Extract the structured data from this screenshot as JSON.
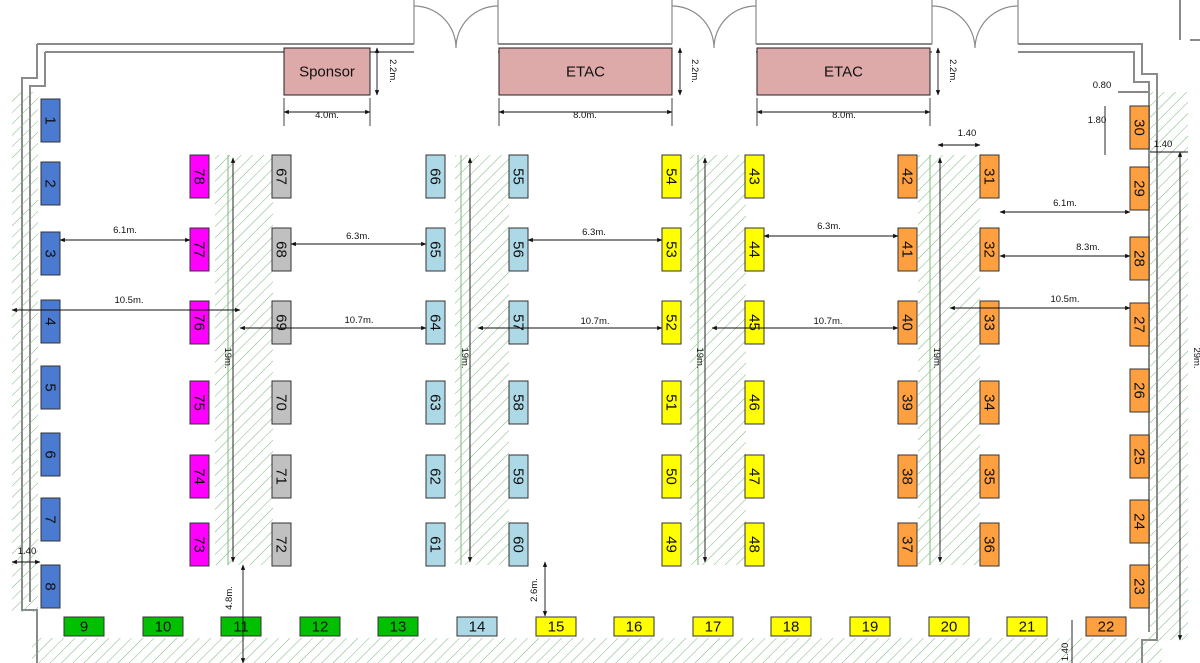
{
  "colors": {
    "blue": "#4a7bd0",
    "magenta": "#ff00ff",
    "gray": "#c0c0c0",
    "lightblue": "#add8e6",
    "yellow": "#ffff00",
    "orange": "#ffa040",
    "green": "#00c000",
    "zone": "#dea9a9",
    "hatch": "#7ab87a",
    "wall": "#8a8a8a"
  },
  "zones": [
    {
      "id": "sponsor",
      "label": "Sponsor"
    },
    {
      "id": "etac-1",
      "label": "ETAC"
    },
    {
      "id": "etac-2",
      "label": "ETAC"
    }
  ],
  "booths": [
    {
      "n": "1",
      "color": "blue"
    },
    {
      "n": "2",
      "color": "blue"
    },
    {
      "n": "3",
      "color": "blue"
    },
    {
      "n": "4",
      "color": "blue"
    },
    {
      "n": "5",
      "color": "blue"
    },
    {
      "n": "6",
      "color": "blue"
    },
    {
      "n": "7",
      "color": "blue"
    },
    {
      "n": "8",
      "color": "blue"
    },
    {
      "n": "9",
      "color": "green"
    },
    {
      "n": "10",
      "color": "green"
    },
    {
      "n": "11",
      "color": "green"
    },
    {
      "n": "12",
      "color": "green"
    },
    {
      "n": "13",
      "color": "green"
    },
    {
      "n": "14",
      "color": "lightblue"
    },
    {
      "n": "15",
      "color": "yellow"
    },
    {
      "n": "16",
      "color": "yellow"
    },
    {
      "n": "17",
      "color": "yellow"
    },
    {
      "n": "18",
      "color": "yellow"
    },
    {
      "n": "19",
      "color": "yellow"
    },
    {
      "n": "20",
      "color": "yellow"
    },
    {
      "n": "21",
      "color": "yellow"
    },
    {
      "n": "22",
      "color": "orange"
    },
    {
      "n": "23",
      "color": "orange"
    },
    {
      "n": "24",
      "color": "orange"
    },
    {
      "n": "25",
      "color": "orange"
    },
    {
      "n": "26",
      "color": "orange"
    },
    {
      "n": "27",
      "color": "orange"
    },
    {
      "n": "28",
      "color": "orange"
    },
    {
      "n": "29",
      "color": "orange"
    },
    {
      "n": "30",
      "color": "orange"
    },
    {
      "n": "31",
      "color": "orange"
    },
    {
      "n": "32",
      "color": "orange"
    },
    {
      "n": "33",
      "color": "orange"
    },
    {
      "n": "34",
      "color": "orange"
    },
    {
      "n": "35",
      "color": "orange"
    },
    {
      "n": "36",
      "color": "orange"
    },
    {
      "n": "37",
      "color": "orange"
    },
    {
      "n": "38",
      "color": "orange"
    },
    {
      "n": "39",
      "color": "orange"
    },
    {
      "n": "40",
      "color": "orange"
    },
    {
      "n": "41",
      "color": "orange"
    },
    {
      "n": "42",
      "color": "orange"
    },
    {
      "n": "43",
      "color": "yellow"
    },
    {
      "n": "44",
      "color": "yellow"
    },
    {
      "n": "45",
      "color": "yellow"
    },
    {
      "n": "46",
      "color": "yellow"
    },
    {
      "n": "47",
      "color": "yellow"
    },
    {
      "n": "48",
      "color": "yellow"
    },
    {
      "n": "49",
      "color": "yellow"
    },
    {
      "n": "50",
      "color": "yellow"
    },
    {
      "n": "51",
      "color": "yellow"
    },
    {
      "n": "52",
      "color": "yellow"
    },
    {
      "n": "53",
      "color": "yellow"
    },
    {
      "n": "54",
      "color": "yellow"
    },
    {
      "n": "55",
      "color": "lightblue"
    },
    {
      "n": "56",
      "color": "lightblue"
    },
    {
      "n": "57",
      "color": "lightblue"
    },
    {
      "n": "58",
      "color": "lightblue"
    },
    {
      "n": "59",
      "color": "lightblue"
    },
    {
      "n": "60",
      "color": "lightblue"
    },
    {
      "n": "61",
      "color": "lightblue"
    },
    {
      "n": "62",
      "color": "lightblue"
    },
    {
      "n": "63",
      "color": "lightblue"
    },
    {
      "n": "64",
      "color": "lightblue"
    },
    {
      "n": "65",
      "color": "lightblue"
    },
    {
      "n": "66",
      "color": "lightblue"
    },
    {
      "n": "67",
      "color": "gray"
    },
    {
      "n": "68",
      "color": "gray"
    },
    {
      "n": "69",
      "color": "gray"
    },
    {
      "n": "70",
      "color": "gray"
    },
    {
      "n": "71",
      "color": "gray"
    },
    {
      "n": "72",
      "color": "gray"
    },
    {
      "n": "73",
      "color": "magenta"
    },
    {
      "n": "74",
      "color": "magenta"
    },
    {
      "n": "75",
      "color": "magenta"
    },
    {
      "n": "76",
      "color": "magenta"
    },
    {
      "n": "77",
      "color": "magenta"
    },
    {
      "n": "78",
      "color": "magenta"
    }
  ],
  "dimensions": [
    {
      "id": "sponsor-height",
      "label": "2.2m."
    },
    {
      "id": "sponsor-width",
      "label": "4.0m."
    },
    {
      "id": "etac1-height",
      "label": "2.2m."
    },
    {
      "id": "etac1-width",
      "label": "8.0m."
    },
    {
      "id": "etac2-height",
      "label": "2.2m."
    },
    {
      "id": "etac2-width",
      "label": "8.0m."
    },
    {
      "id": "booth30-width",
      "label": "0.80"
    },
    {
      "id": "booth30-height",
      "label": "1.80"
    },
    {
      "id": "right-aisle-gap",
      "label": "1.40"
    },
    {
      "id": "col31-gap",
      "label": "1.40"
    },
    {
      "id": "d-3-77",
      "label": "6.1m."
    },
    {
      "id": "d-68-65",
      "label": "6.3m."
    },
    {
      "id": "d-56-53",
      "label": "6.3m."
    },
    {
      "id": "d-44-41",
      "label": "6.3m."
    },
    {
      "id": "d-31-29",
      "label": "6.1m."
    },
    {
      "id": "d-32-28",
      "label": "8.3m."
    },
    {
      "id": "d-left-10-5",
      "label": "10.5m."
    },
    {
      "id": "d-69-64",
      "label": "10.7m."
    },
    {
      "id": "d-57-52",
      "label": "10.7m."
    },
    {
      "id": "d-45-40",
      "label": "10.7m."
    },
    {
      "id": "d-right-10-5",
      "label": "10.5m."
    },
    {
      "id": "v-19-1",
      "label": "19m."
    },
    {
      "id": "v-19-2",
      "label": "19m."
    },
    {
      "id": "v-19-3",
      "label": "19m."
    },
    {
      "id": "v-19-4",
      "label": "19m."
    },
    {
      "id": "v-29",
      "label": "29m."
    },
    {
      "id": "v-4-8",
      "label": "4.8m."
    },
    {
      "id": "v-2-6",
      "label": "2.6m."
    },
    {
      "id": "left-gap",
      "label": "1.40"
    },
    {
      "id": "bottom-gap",
      "label": "1.40"
    }
  ]
}
